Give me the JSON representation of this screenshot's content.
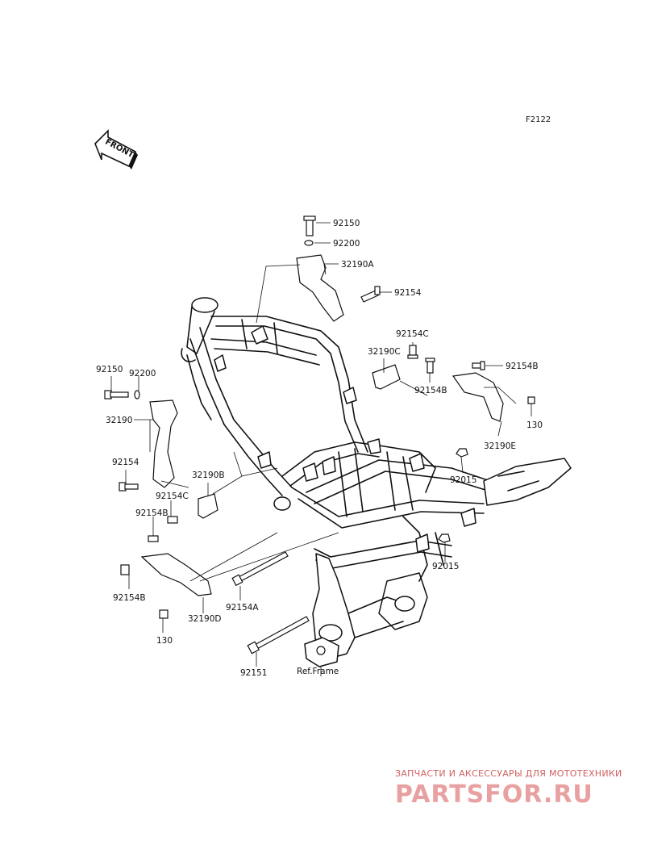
{
  "diagram_code": "F2122",
  "front_label": "FRONT",
  "ref_label": "Ref.Frame",
  "watermark": {
    "tagline": "ЗАПЧАСТИ И АКСЕССУАРЫ ДЛЯ МОТОТЕХНИКИ",
    "brand": "PARTSFOR.RU"
  },
  "callouts": {
    "p92150_top": "92150",
    "p92200_top": "92200",
    "p32190A": "32190A",
    "p92154_top": "92154",
    "p92154C_right": "92154C",
    "p32190C": "32190C",
    "p92154B_mid": "92154B",
    "p92154B_right": "92154B",
    "p130_right": "130",
    "p32190E": "32190E",
    "p92015_a": "92015",
    "p92015_b": "92015",
    "p92150_left": "92150",
    "p92200_left": "92200",
    "p32190": "32190",
    "p92154_left": "92154",
    "p32190B": "32190B",
    "p92154C_left": "92154C",
    "p92154B_left": "92154B",
    "p92154B_bottom": "92154B",
    "p32190D": "32190D",
    "p92154A": "92154A",
    "p130_left": "130",
    "p92151": "92151"
  },
  "colors": {
    "line": "#111111",
    "watermark_tagline": "#d06060",
    "watermark_brand": "#e8a0a0"
  }
}
